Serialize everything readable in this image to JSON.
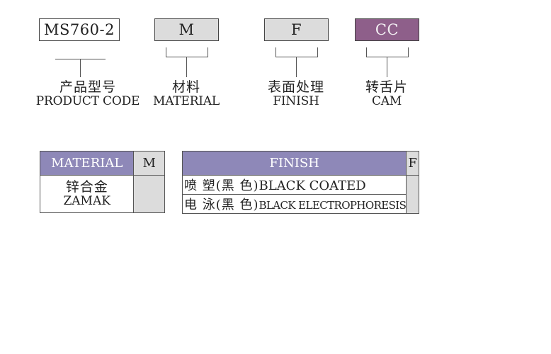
{
  "code": {
    "segments": [
      {
        "value": "MS760-2",
        "zh": "产品型号",
        "en": "PRODUCT CODE",
        "color": "#ffffff"
      },
      {
        "value": "M",
        "zh": "材料",
        "en": "MATERIAL",
        "color": "#dcdcdc"
      },
      {
        "value": "F",
        "zh": "表面处理",
        "en": "FINISH",
        "color": "#dcdcdc"
      },
      {
        "value": "CC",
        "zh": "转舌片",
        "en": "CAM",
        "color": "#8e5f8a"
      }
    ]
  },
  "material_table": {
    "header": "MATERIAL",
    "code": "M",
    "rows": [
      {
        "zh": "锌合金",
        "en": "ZAMAK"
      }
    ]
  },
  "finish_table": {
    "header": "FINISH",
    "code": "F",
    "rows": [
      {
        "zh": "喷 塑(黑 色)",
        "en": "BLACK COATED"
      },
      {
        "zh": "电 泳(黑 色)",
        "en": "BLACK ELECTROPHORESIS"
      }
    ]
  },
  "colors": {
    "header_purple": "#8e88b8",
    "code_grey": "#dcdcdc",
    "cam_purple": "#8e5f8a"
  }
}
